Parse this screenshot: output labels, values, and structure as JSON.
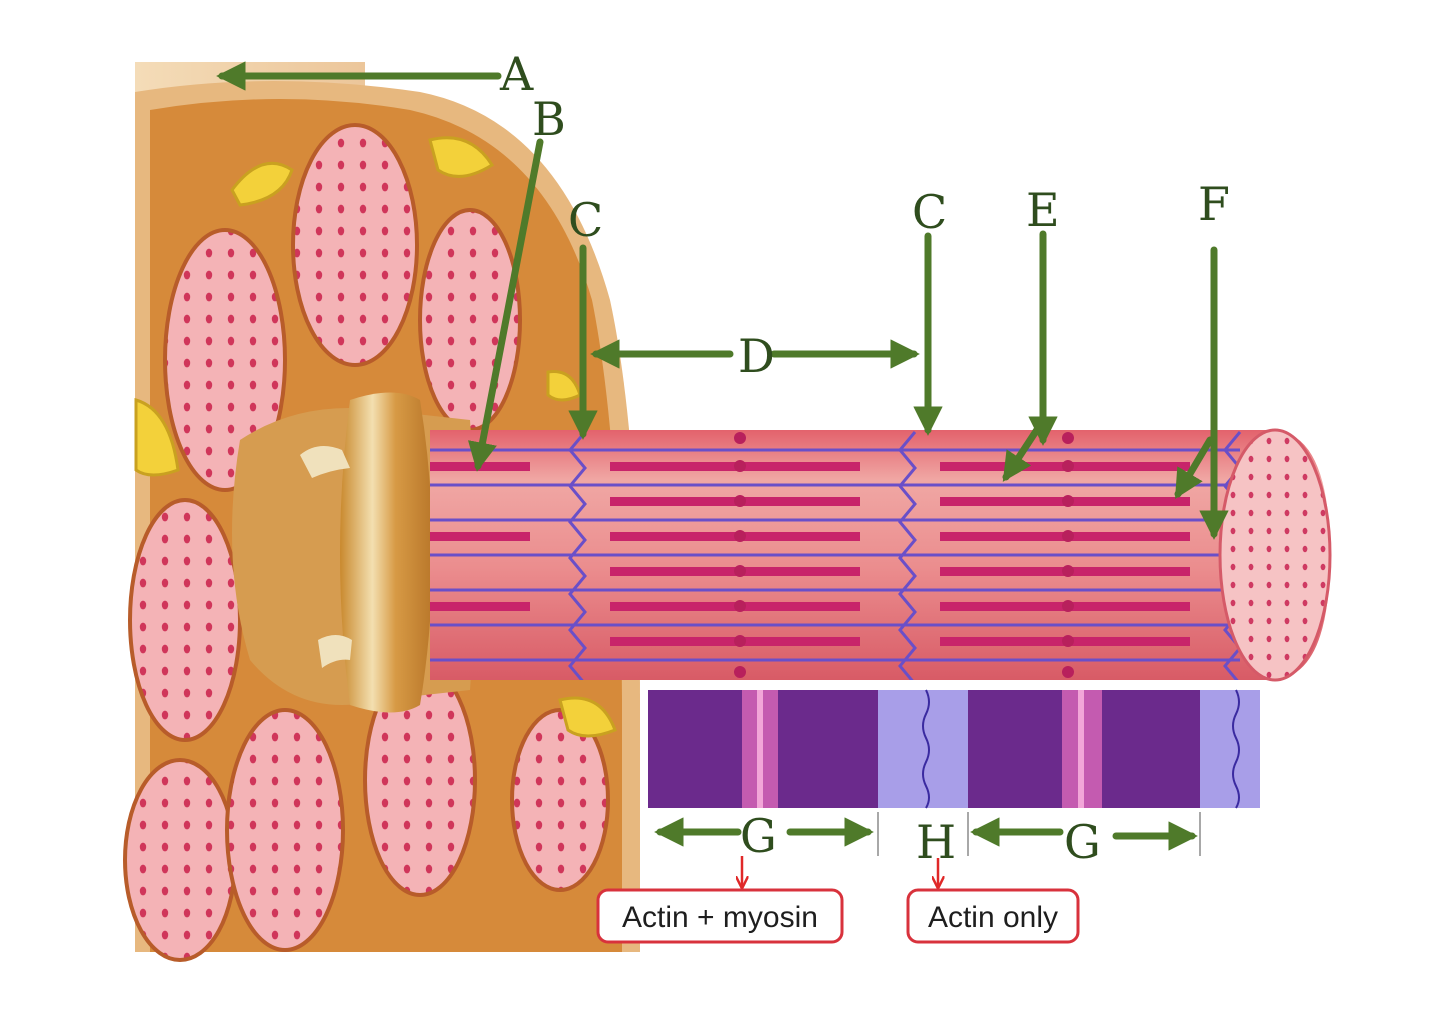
{
  "labels": {
    "a": "A",
    "b": "B",
    "c_left": "C",
    "c_right": "C",
    "d": "D",
    "e": "E",
    "f": "F",
    "g_left": "G",
    "h": "H",
    "g_right": "G"
  },
  "callouts": {
    "actin_myosin": "Actin + myosin",
    "actin_only": "Actin only"
  },
  "colors": {
    "arrow": "#4f7a2a",
    "label": "#2f4d1e",
    "callout_border": "#d8323c",
    "callout_arrow": "#e02828",
    "fiber": "#e7727a",
    "myofibril": "#f09aa0",
    "thick_filament": "#c8246a",
    "thin_filament": "#6a4fc8",
    "a_band": "#6b2a8c",
    "i_band": "#a89ee8"
  }
}
